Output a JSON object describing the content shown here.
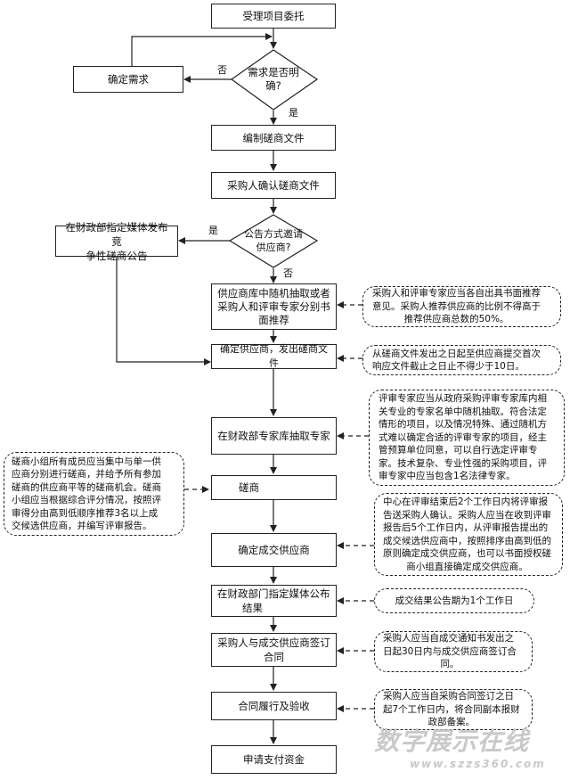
{
  "nodes": {
    "accept": "受理项目委托",
    "demand_decision": [
      "需求是否明",
      "确?"
    ],
    "confirm_demand": "确定需求",
    "compile_docs": "编制磋商文件",
    "purchaser_confirm": "采购人确认磋商文件",
    "invite_decision": [
      "公告方式邀请",
      "供应商?"
    ],
    "announce": [
      "在财政部指定媒体发布竞",
      "争性磋商公告"
    ],
    "select_suppliers": [
      "供应商库中随机抽取或者",
      "采购人和评审专家分别书",
      "面推荐"
    ],
    "confirm_suppliers": "确定供应商，发出磋商文件",
    "extract_experts": "在财政部专家库抽取专家",
    "negotiate": "磋商",
    "confirm_deal": "确定成交供应商",
    "publish_result": [
      "在财政部门指定媒体公布",
      "结果"
    ],
    "sign_contract": [
      "采购人与成交供应商签订",
      "合同"
    ],
    "perform_contract": "合同履行及验收",
    "apply_payment": "申请支付资金"
  },
  "labels": {
    "no_1": "否",
    "yes_1": "是",
    "yes_2": "是",
    "no_2": "否"
  },
  "notes": {
    "recommend": [
      "采购人和评审专家应当各自出具书面推荐",
      "意见。采购人推荐供应商的比例不得高于",
      "推荐供应商总数的50%。"
    ],
    "deadline": [
      "从磋商文件发出之日起至供应商提交首次",
      "响应文件截止之日止不得少于10日。"
    ],
    "experts": [
      "评审专家应当从政府采购评审专家库内相",
      "关专业的专家名单中随机抽取。符合法定",
      "情形的项目，以及情况特殊、通过随机方",
      "式难以确定合适的评审专家的项目，经主",
      "管预算单位同意，可以自行选定评审专",
      "家。技术复杂、专业性强的采购项目，评",
      "审专家中应当包含1名法律专家。"
    ],
    "negotiation": [
      "磋商小组所有成员应当集中与单一供",
      "应商分别进行磋商，并给予所有参加",
      "磋商的供应商平等的磋商机会。磋商",
      "小组应当根据综合评分情况，按照评",
      "审得分由高到低顺序推荐3名以上成",
      "交候选供应商，并编写评审报告。"
    ],
    "report": [
      "中心在评审结束后2个工作日内将评审报",
      "告送采购人确认。采购人应当在收到评审",
      "报告后5个工作日内，从评审报告提出的",
      "成交候选供应商中，按照排序由高到低的",
      "原则确定成交供应商，也可以书面授权磋",
      "商小组直接确定成交供应商。"
    ],
    "announce_period": [
      "成交结果公告期为1个工作日"
    ],
    "contract_time": [
      "采购人应当自成交通知书发出之",
      "日起30日内与成交供应商签订合",
      "同。"
    ],
    "filing": [
      "采购人应当自采购合同签订之日",
      "起7个工作日内，将合同副本报财",
      "政部备案。"
    ]
  },
  "watermark": {
    "title": "数字展示在线",
    "url": "www.szzs360.com"
  }
}
